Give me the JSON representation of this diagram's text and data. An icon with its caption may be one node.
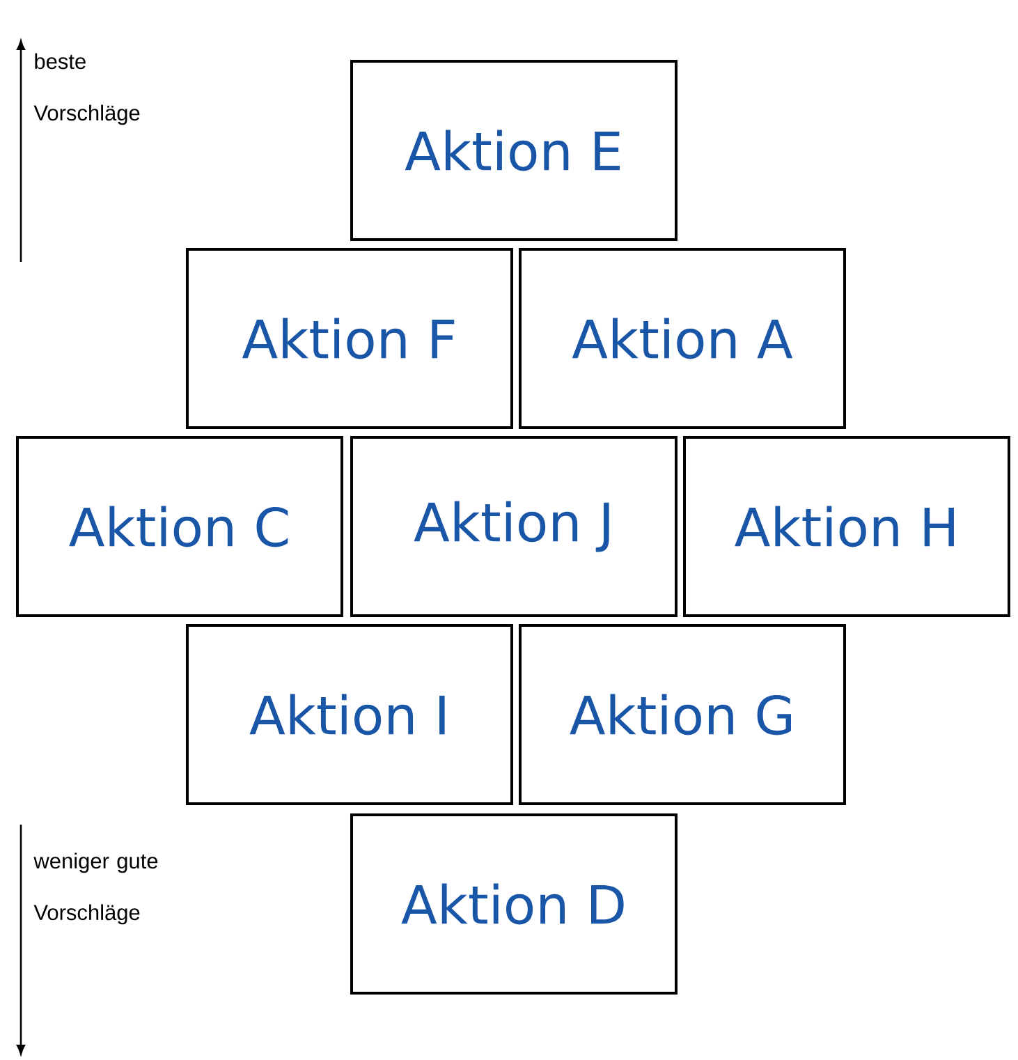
{
  "diagram": {
    "nodes": [
      {
        "text": [
          "Aktion E"
        ]
      },
      {
        "text": [
          "Aktion F"
        ]
      },
      {
        "text": [
          "Aktion A"
        ]
      },
      {
        "text": [
          "Aktion C"
        ]
      },
      {
        "text": [
          "Aktion J"
        ]
      },
      {
        "text": [
          "Aktion H"
        ]
      },
      {
        "text": [
          "Aktion I"
        ]
      },
      {
        "text": [
          "Aktion G"
        ]
      },
      {
        "text": [
          "Aktion D"
        ]
      }
    ],
    "labels": [
      "beste Vorschläge",
      "weniger gute Vorschläge"
    ]
  }
}
